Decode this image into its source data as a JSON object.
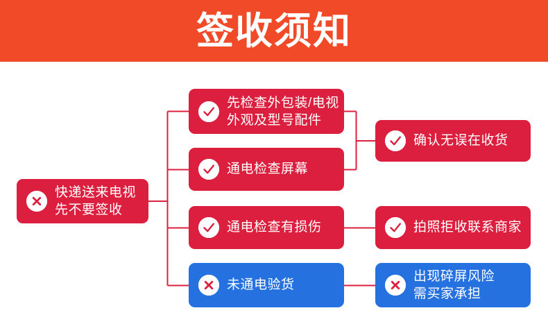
{
  "header": {
    "title": "签收须知",
    "background_color": "#f04a29",
    "text_color": "#ffffff"
  },
  "theme": {
    "red": "#dc1f3e",
    "blue": "#2671e0",
    "line_color": "#dc1f3e",
    "page_background": "#ffffff"
  },
  "flow": {
    "start": {
      "label": "快递送来电视\n先不要签收",
      "icon": "cross-icon",
      "color": "#dc1f3e"
    },
    "steps": [
      {
        "id": "check-package",
        "label": "先检查外包装/电视\n外观及型号配件",
        "icon": "check-icon",
        "color": "#dc1f3e"
      },
      {
        "id": "check-screen",
        "label": "通电检查屏幕",
        "icon": "check-icon",
        "color": "#dc1f3e"
      },
      {
        "id": "check-damage",
        "label": "通电检查有损伤",
        "icon": "check-icon",
        "color": "#dc1f3e"
      },
      {
        "id": "no-power-test",
        "label": "未通电验货",
        "icon": "cross-icon",
        "color": "#2671e0"
      }
    ],
    "outcomes": [
      {
        "id": "confirm-sign",
        "label": "确认无误在收货",
        "icon": "check-icon",
        "color": "#dc1f3e"
      },
      {
        "id": "reject-contact",
        "label": "拍照拒收联系商家",
        "icon": "check-icon",
        "color": "#dc1f3e"
      },
      {
        "id": "broken-screen-risk",
        "label": "出现碎屏风险\n需买家承担",
        "icon": "cross-icon",
        "color": "#2671e0"
      }
    ]
  }
}
